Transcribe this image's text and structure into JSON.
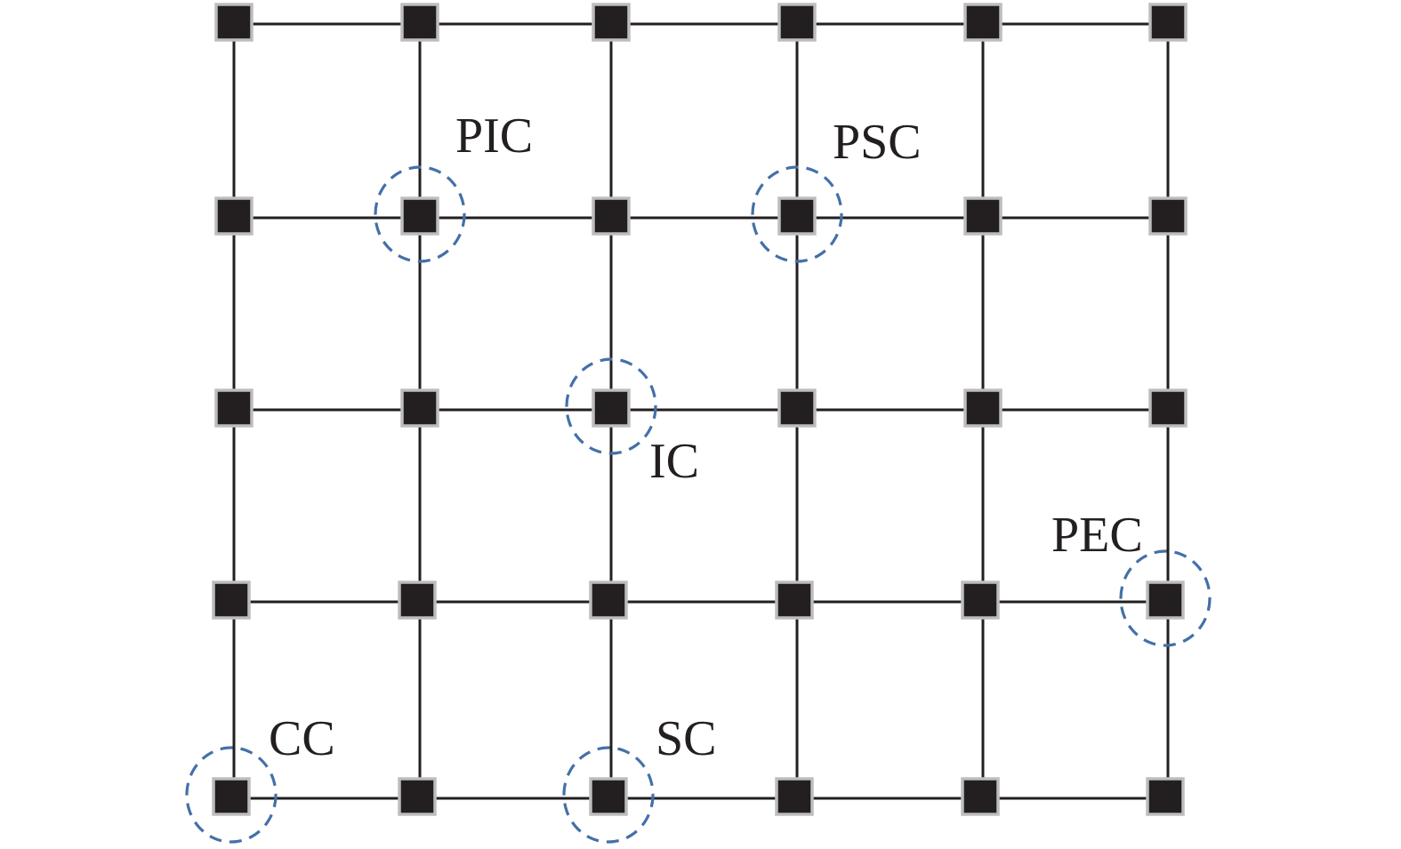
{
  "diagram": {
    "title": "Grid node classification",
    "grid": {
      "rows": 5,
      "cols": 6
    },
    "colors": {
      "node_fill": "#231f20",
      "node_border": "#bdbdbd",
      "edge": "#231f20",
      "highlight": "#4470a8",
      "label": "#231f20"
    },
    "highlighted_nodes": [
      {
        "id": "PIC",
        "label": "PIC",
        "row": 1,
        "col": 1,
        "label_position": "upper-right"
      },
      {
        "id": "PSC",
        "label": "PSC",
        "row": 1,
        "col": 3,
        "label_position": "upper-right"
      },
      {
        "id": "IC",
        "label": "IC",
        "row": 2,
        "col": 2,
        "label_position": "lower-right"
      },
      {
        "id": "PEC",
        "label": "PEC",
        "row": 3,
        "col": 5,
        "label_position": "upper-left"
      },
      {
        "id": "CC",
        "label": "CC",
        "row": 4,
        "col": 0,
        "label_position": "upper-right"
      },
      {
        "id": "SC",
        "label": "SC",
        "row": 4,
        "col": 2,
        "label_position": "upper-right"
      }
    ]
  }
}
